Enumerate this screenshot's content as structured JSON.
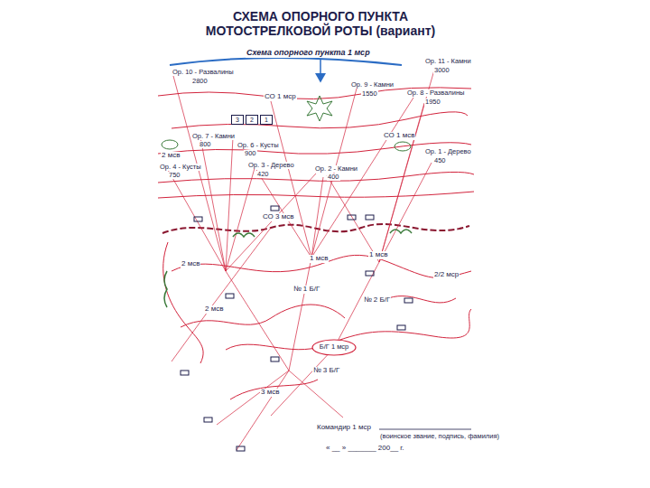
{
  "diagram": {
    "title": "СХЕМА ОПОРНОГО ПУНКТА МОТОСТРЕЛКОВОЙ РОТЫ (вариант)",
    "nodes": [
      {
        "text": [
          "3"
        ]
      },
      {
        "text": [
          "2"
        ]
      },
      {
        "text": [
          "1"
        ]
      },
      {
        "text": [
          "Б/Г 1 мср"
        ]
      }
    ],
    "labels": [
      "Схема опорного пункта 1 мср",
      "Ор. 10 - Развалины",
      "2800",
      "Ор. 11 - Камни",
      "3000",
      "Ор. 9 - Камни",
      "1550",
      "Ор. 8 - Развалины",
      "1950",
      "СО 1 мср",
      "СО 1 мсв",
      "Ор. 7 - Камни",
      "800",
      "Ор. 6 - Кусты",
      "900",
      "Ор. 1 - Дерево",
      "450",
      "2 мсв",
      "Ор. 4 - Кусты",
      "750",
      "Ор. 3 - Дерево",
      "420",
      "Ор. 2 - Камни",
      "400",
      "СО 3 мсв",
      "2 мсв",
      "1 мсв",
      "1 мсв",
      "2/2 мср",
      "№ 1 Б/Г",
      "№ 2 Б/Г",
      "2 мсв",
      "№ 3 Б/Г",
      "3 мсв",
      "Командир 1 мср",
      "(воинское звание, подпись, фамилия)",
      "« __ » _______ 200__ г."
    ]
  }
}
